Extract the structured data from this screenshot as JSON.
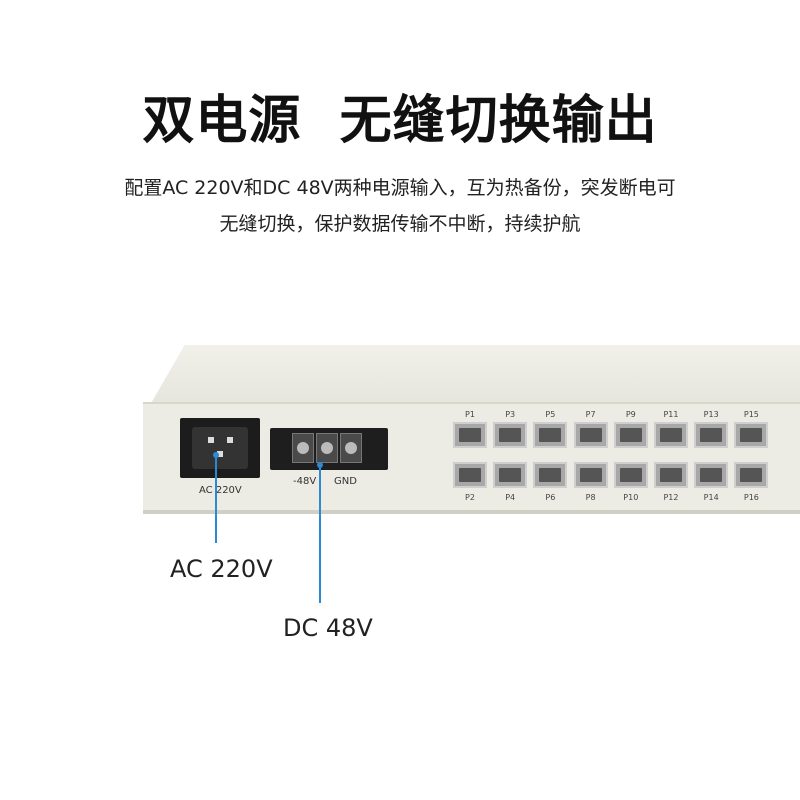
{
  "title": "双电源  无缝切换输出",
  "subtitle_lines": [
    "配置AC 220V和DC 48V两种电源输入，互为热备份，突发断电可",
    "无缝切换，保护数据传输不中断，持续护航"
  ],
  "device": {
    "ac_socket_label": "AC 220V",
    "terminal_labels": {
      "minus48v": "-48V",
      "gnd": "GND"
    },
    "ports_top": [
      "P1",
      "P3",
      "P5",
      "P7",
      "P9",
      "P11",
      "P13",
      "P15"
    ],
    "ports_bottom": [
      "P2",
      "P4",
      "P6",
      "P8",
      "P10",
      "P12",
      "P14",
      "P16"
    ]
  },
  "callouts": {
    "ac": "AC 220V",
    "dc": "DC 48V"
  },
  "colors": {
    "callout_line": "#2a8ad6"
  }
}
